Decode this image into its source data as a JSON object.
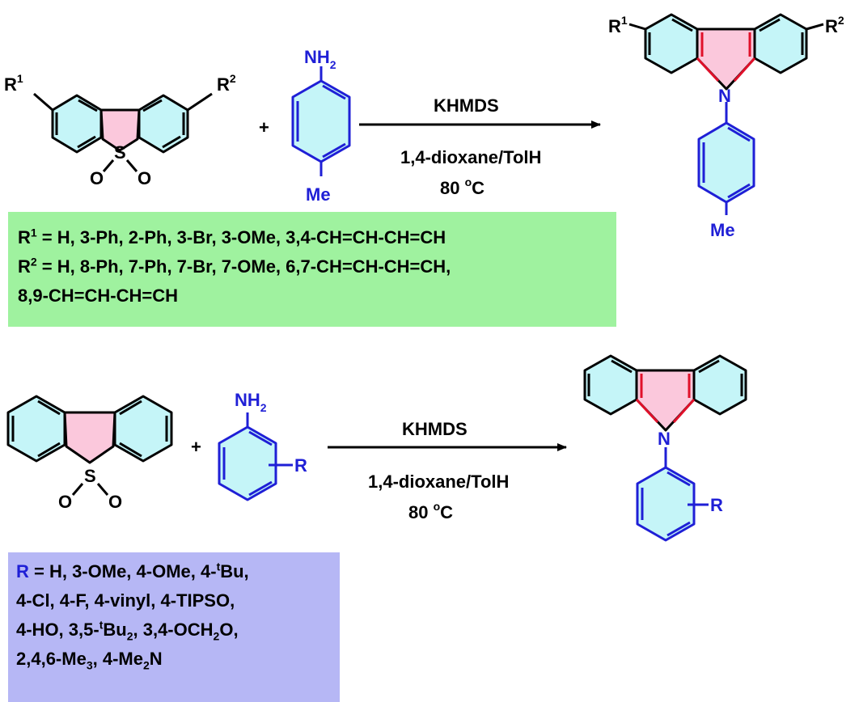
{
  "reaction1": {
    "sub1_r1": "R",
    "sub1_r1_sup": "1",
    "sub1_r2": "R",
    "sub1_r2_sup": "2",
    "sulfur": "S",
    "oxygen": "O",
    "plus": "+",
    "amine_n": "NH",
    "amine_sub": "2",
    "methyl": "Me",
    "reagent": "KHMDS",
    "solvent": "1,4-dioxane/TolH",
    "temp_value": "80 ",
    "temp_deg": "o",
    "temp_unit": "C",
    "nitrogen": "N",
    "prod_r1": "R",
    "prod_r1_sup": "1",
    "prod_r2": "R",
    "prod_r2_sup": "2",
    "prod_methyl": "Me"
  },
  "box1": {
    "l1_r": "R",
    "l1_sup": "1",
    "l1_text": " = H, 3-Ph, 2-Ph, 3-Br, 3-OMe, 3,4-CH=CH-CH=CH",
    "l2_r": "R",
    "l2_sup": "2",
    "l2_text": " = H, 8-Ph, 7-Ph, 7-Br, 7-OMe, 6,7-CH=CH-CH=CH,",
    "l3_text": "8,9-CH=CH-CH=CH"
  },
  "reaction2": {
    "sulfur": "S",
    "oxygen": "O",
    "plus": "+",
    "amine_n": "NH",
    "amine_sub": "2",
    "r_group": "R",
    "reagent": "KHMDS",
    "solvent": "1,4-dioxane/TolH",
    "temp_value": "80 ",
    "temp_deg": "o",
    "temp_unit": "C",
    "nitrogen": "N",
    "prod_r": "R"
  },
  "box2": {
    "l1_r": "R",
    "l1_a": " = H, 3-OMe, 4-OMe, 4-",
    "l1_sup": "t",
    "l1_b": "Bu,",
    "l2": "4-Cl, 4-F, 4-vinyl, 4-TIPSO,",
    "l3_a": "4-HO, 3,5-",
    "l3_sup": "t",
    "l3_b": "Bu",
    "l3_sub": "2",
    "l3_c": ", 3,4-OCH",
    "l3_sub2": "2",
    "l3_d": "O,",
    "l4_a": "2,4,6-Me",
    "l4_sub": "3",
    "l4_b": ", 4-Me",
    "l4_sub2": "2",
    "l4_c": "N"
  },
  "colors": {
    "ring_fill": "#c5f5f8",
    "five_fill": "#fbc8dc",
    "bond": "#000000",
    "blue": "#1f1fd6",
    "red": "#e0102a",
    "box1": "#9ff29f",
    "box2": "#b6b7f5"
  }
}
